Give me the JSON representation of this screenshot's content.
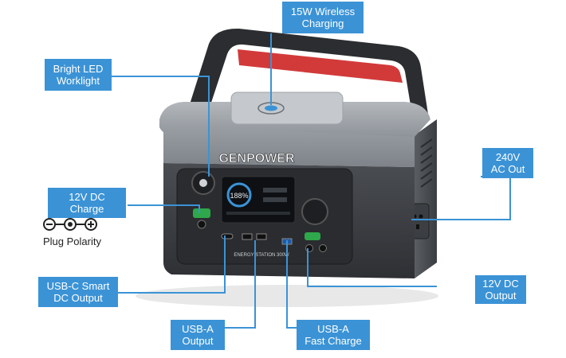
{
  "brand": "GENPOWER",
  "product_label": "ENERGY STATION 300W",
  "display_reading": "188%",
  "callouts": {
    "wireless": "15W Wireless\nCharging",
    "led": "Bright LED\nWorklight",
    "ac_out": "240V\nAC Out",
    "dc_charge": "12V DC\nCharge",
    "usbc": "USB-C Smart\nDC Output",
    "dc_output": "12V DC\nOutput",
    "usba": "USB-A\nOutput",
    "usba_fast": "USB-A\nFast Charge"
  },
  "polarity_label": "Plug Polarity",
  "colors": {
    "callout_blue": "#3b93d6",
    "body_grey": "#8c9196",
    "body_dark": "#3a3d42",
    "handle": "#2b2d30",
    "handle_accent": "#d23a3a"
  }
}
